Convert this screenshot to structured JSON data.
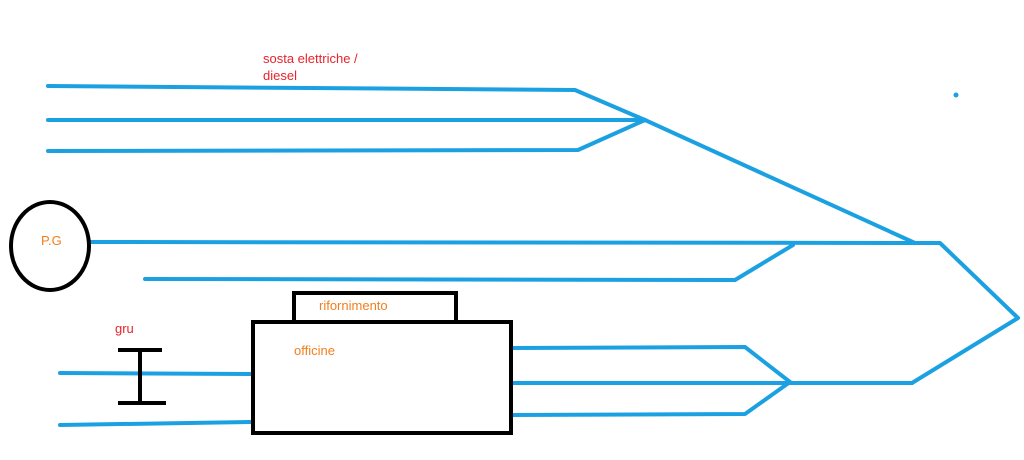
{
  "colors": {
    "track": "#1ba1e2",
    "outline": "#000000",
    "label_red": "#e8232b",
    "label_orange": "#f07f1d"
  },
  "labels": {
    "sosta_line1": "sosta elettriche /",
    "sosta_line2": "diesel",
    "pg": "P.G",
    "rifornimento": "rifornimento",
    "officine": "officine",
    "gru": "gru"
  }
}
